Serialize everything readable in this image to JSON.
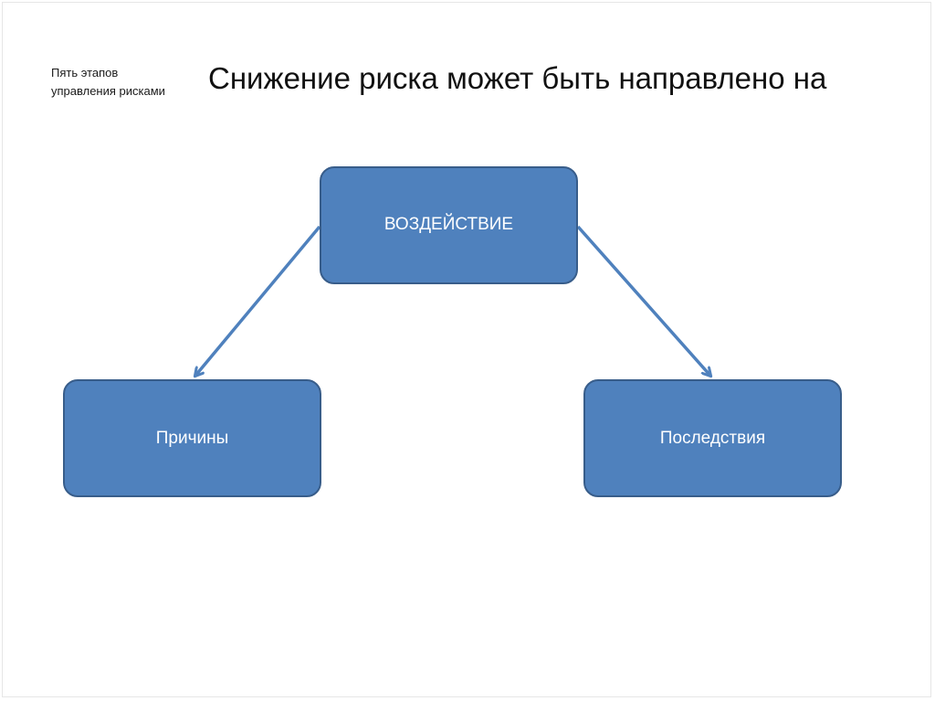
{
  "header": {
    "section_line1": "Пять этапов",
    "section_line2": "управления рисками",
    "title": "Снижение риска может быть направлено на"
  },
  "diagram": {
    "top_node": "ВОЗДЕЙСТВИЕ",
    "left_node": "Причины",
    "right_node": "Последствия"
  },
  "colors": {
    "node_fill": "#4f81bd",
    "node_border": "#385d8a",
    "arrow": "#4f81bd"
  }
}
